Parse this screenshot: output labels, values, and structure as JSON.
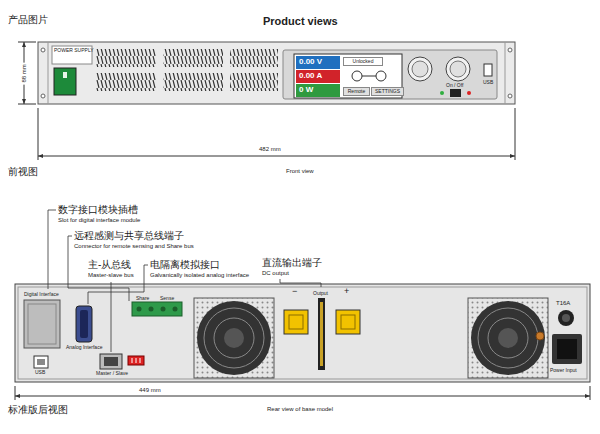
{
  "diagram": {
    "title": "Product views",
    "nodes": [
      {
        "text": [
          "0.00 V"
        ]
      },
      {
        "text": [
          "0.00 A"
        ]
      },
      {
        "text": [
          "0 W"
        ]
      },
      {
        "text": [
          "Unlocked"
        ]
      },
      {
        "text": [
          "Remote"
        ]
      },
      {
        "text": [
          "SETTINGS"
        ]
      }
    ],
    "labels": [
      "产品图片",
      "88 mm",
      "POWER SUPPLY",
      "On / Off",
      "USB",
      "482 mm",
      "前视图",
      "Front view",
      "数字接口模块插槽",
      "Slot for digital interface module",
      "远程感测与共享总线端子",
      "Connector for remote sensing and Share bus",
      "主-从总线",
      "Master-slave bus",
      "电隔离模拟接口",
      "Galvanically isolated analog interface",
      "直流输出端子",
      "DC output",
      "Digital Interface",
      "USB",
      "Analog Interface",
      "Share",
      "Sense",
      "Master / Slave",
      "−",
      "Output",
      "+",
      "T16A",
      "Power Input",
      "449 mm",
      "标准版后视图",
      "Rear view of base model"
    ]
  }
}
